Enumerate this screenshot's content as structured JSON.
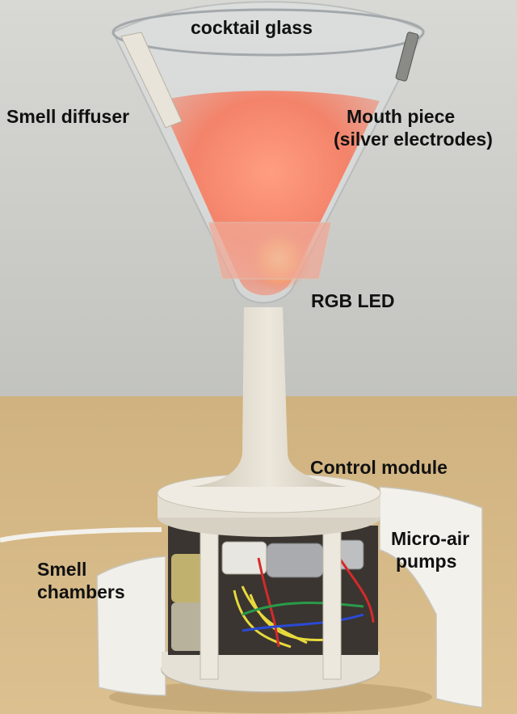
{
  "labels": {
    "cocktail_glass": "cocktail glass",
    "smell_diffuser": "Smell diffuser",
    "mouth_piece_line1": "Mouth piece",
    "mouth_piece_line2": "(silver electrodes)",
    "rgb_led": "RGB LED",
    "control_module": "Control module",
    "micro_air_line1": "Micro-air",
    "micro_air_line2": "pumps",
    "smell_chambers_line1": "Smell",
    "smell_chambers_line2": "chambers"
  },
  "colors": {
    "wall": "#c9cac6",
    "table": "#d5b785",
    "glow": "#f2866e",
    "wood": "#e6e1d6",
    "label": "#111111"
  }
}
